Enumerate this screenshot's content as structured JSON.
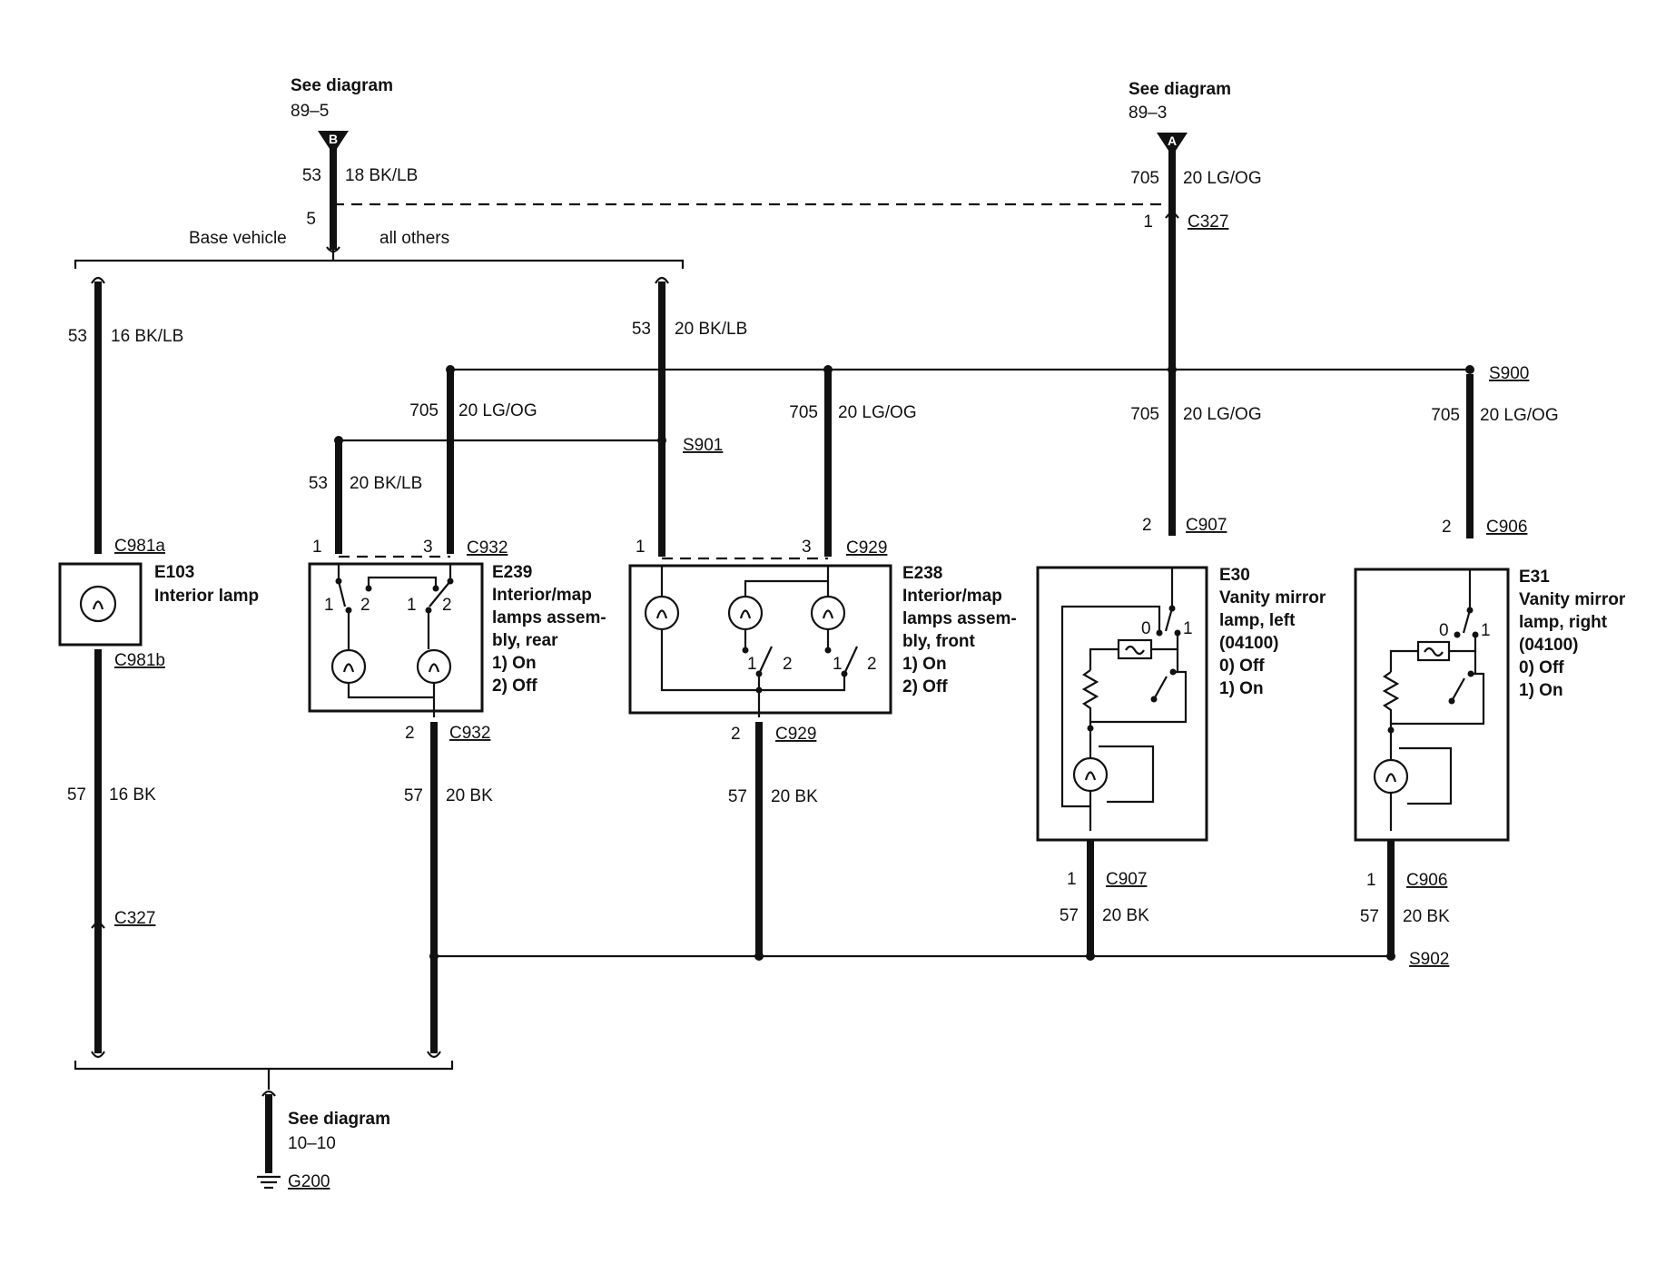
{
  "refs": {
    "b": {
      "text1": "See diagram",
      "text2": "89–5",
      "letter": "B"
    },
    "a": {
      "text1": "See diagram",
      "text2": "89–3",
      "letter": "A"
    },
    "ground": {
      "text1": "See diagram",
      "text2": "10–10",
      "id": "G200"
    }
  },
  "options": {
    "base": "Base vehicle",
    "others": "all others"
  },
  "wire_labels": [
    {
      "circuit": "53",
      "spec": "18 BK/LB"
    },
    {
      "circuit": "5",
      "spec": ""
    },
    {
      "circuit": "705",
      "spec": "20 LG/OG"
    },
    {
      "circuit": "1",
      "spec": ""
    },
    {
      "circuit": "53",
      "spec": "16 BK/LB"
    },
    {
      "circuit": "53",
      "spec": "20 BK/LB"
    },
    {
      "circuit": "705",
      "spec": "20 LG/OG"
    },
    {
      "circuit": "705",
      "spec": "20 LG/OG"
    },
    {
      "circuit": "705",
      "spec": "20 LG/OG"
    },
    {
      "circuit": "705",
      "spec": "20 LG/OG"
    },
    {
      "circuit": "53",
      "spec": "20 BK/LB"
    },
    {
      "circuit": "57",
      "spec": "16 BK"
    },
    {
      "circuit": "57",
      "spec": "20 BK"
    },
    {
      "circuit": "57",
      "spec": "20 BK"
    },
    {
      "circuit": "57",
      "spec": "20 BK"
    },
    {
      "circuit": "57",
      "spec": "20 BK"
    }
  ],
  "connectors": [
    "C327",
    "S900",
    "S901",
    "C907",
    "C906",
    "C981a",
    "C981b",
    "C932",
    "C929",
    "C932",
    "C929",
    "C907",
    "C906",
    "S902",
    "C327"
  ],
  "pins": [
    "1",
    "3",
    "1",
    "3",
    "2",
    "2",
    "2",
    "2",
    "1",
    "1"
  ],
  "components": {
    "e103": {
      "id": "E103",
      "name": "Interior lamp"
    },
    "e239": {
      "id": "E239",
      "line1": "Interior/map",
      "line2": "lamps assem-",
      "line3": "bly, rear",
      "opt1": "1)   On",
      "opt2": "2)   Off"
    },
    "e238": {
      "id": "E238",
      "line1": "Interior/map",
      "line2": "lamps assem-",
      "line3": "bly, front",
      "opt1": "1)   On",
      "opt2": "2)   Off"
    },
    "e30": {
      "id": "E30",
      "line1": "Vanity mirror",
      "line2": "lamp, left",
      "code": "(04100)",
      "opt0": "0)   Off",
      "opt1": "1)   On"
    },
    "e31": {
      "id": "E31",
      "line1": "Vanity mirror",
      "line2": "lamp, right",
      "code": "(04100)",
      "opt0": "0)   Off",
      "opt1": "1)   On"
    }
  },
  "switch_marks": [
    "1",
    "2",
    "1",
    "2",
    "1",
    "2",
    "1",
    "2",
    "0",
    "1",
    "0",
    "1"
  ]
}
